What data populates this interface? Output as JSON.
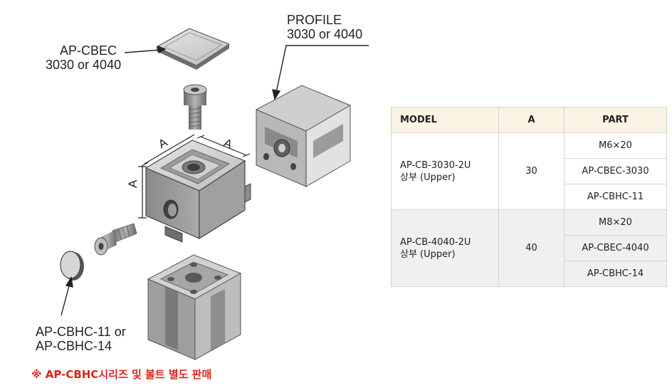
{
  "callouts": {
    "cap": [
      "AP-CBEC",
      "3030 or 4040"
    ],
    "profile": [
      "PROFILE",
      "3030 or 4040"
    ],
    "plug": [
      "AP-CBHC-11 or",
      "AP-CBHC-14"
    ]
  },
  "dimension_label": "A",
  "note": "※ AP-CBHC시리즈 및 볼트 별도 판매",
  "table": {
    "headers": {
      "model": "MODEL",
      "a": "A",
      "part": "PART"
    },
    "groups": [
      {
        "model_lines": [
          "AP-CB-3030-2U",
          "상부 (Upper)"
        ],
        "a": "30",
        "parts": [
          "M6×20",
          "AP-CBEC-3030",
          "AP-CBHC-11"
        ]
      },
      {
        "model_lines": [
          "AP-CB-4040-2U",
          "상부 (Upper)"
        ],
        "a": "40",
        "parts": [
          "M8×20",
          "AP-CBEC-4040",
          "AP-CBHC-14"
        ]
      }
    ]
  },
  "colors": {
    "note": "#d9261c",
    "header_bg": "#fbf3e4",
    "alt_row_bg": "#f0f0f0",
    "metal_light": "#d8d8d8",
    "metal_mid": "#b4b4b4",
    "metal_dark": "#7e7e7e"
  }
}
